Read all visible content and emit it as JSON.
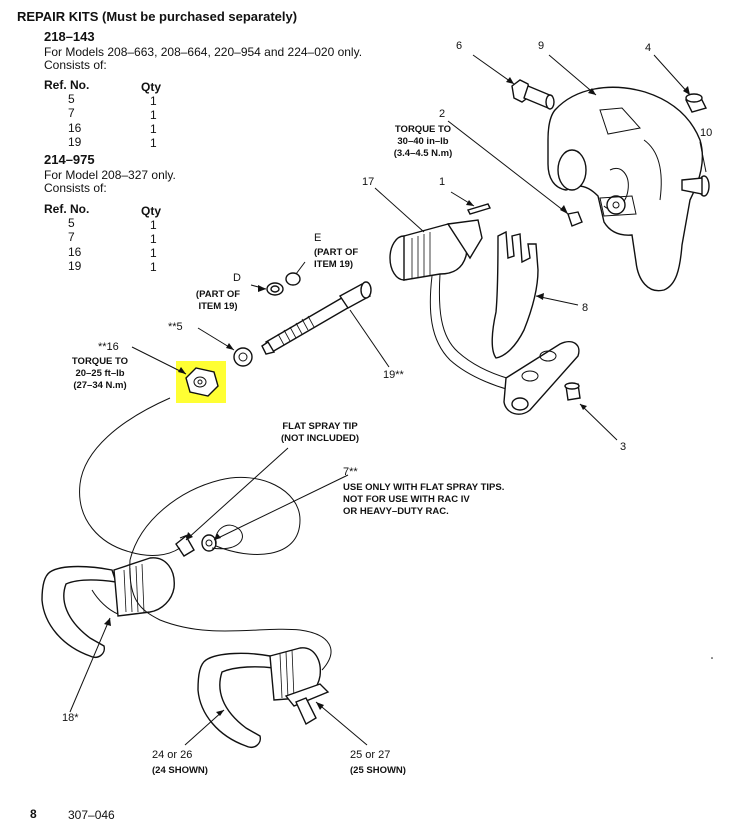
{
  "header": {
    "title": "REPAIR KITS (Must be purchased separately)"
  },
  "kits": [
    {
      "number": "218–143",
      "desc1": "For Models 208–663, 208–664, 220–954 and 224–020 only.",
      "desc2": "Consists of:",
      "col_ref": "Ref. No.",
      "col_qty": "Qty",
      "rows": [
        {
          "ref": "5",
          "qty": "1"
        },
        {
          "ref": "7",
          "qty": "1"
        },
        {
          "ref": "16",
          "qty": "1"
        },
        {
          "ref": "19",
          "qty": "1"
        }
      ]
    },
    {
      "number": "214–975",
      "desc1": "For Model 208–327 only.",
      "desc2": "Consists of:",
      "col_ref": "Ref. No.",
      "col_qty": "Qty",
      "rows": [
        {
          "ref": "5",
          "qty": "1"
        },
        {
          "ref": "7",
          "qty": "1"
        },
        {
          "ref": "16",
          "qty": "1"
        },
        {
          "ref": "19",
          "qty": "1"
        }
      ]
    }
  ],
  "callouts": {
    "c6": "6",
    "c9": "9",
    "c4": "4",
    "c10": "10",
    "c2": "2",
    "c1": "1",
    "c17": "17",
    "c8": "8",
    "c3": "3",
    "c19": "19**",
    "c5": "**5",
    "c16": "**16",
    "c7": "7**",
    "c18": "18*",
    "c24": "24 or 26",
    "c25": "25 or 27"
  },
  "notes": {
    "torque2_l1": "TORQUE TO",
    "torque2_l2": "30–40 in–lb",
    "torque2_l3": "(3.4–4.5 N.m)",
    "torque16_l1": "TORQUE TO",
    "torque16_l2": "20–25 ft–lb",
    "torque16_l3": "(27–34 N.m)",
    "e_label": "E",
    "e_l1": "(PART OF",
    "e_l2": "ITEM 19)",
    "d_label": "D",
    "d_l1": "(PART OF",
    "d_l2": "ITEM 19)",
    "tip_l1": "FLAT SPRAY TIP",
    "tip_l2": "(NOT INCLUDED)",
    "use_l1": "USE ONLY WITH FLAT SPRAY TIPS.",
    "use_l2": "NOT FOR USE WITH RAC IV",
    "use_l3": "OR HEAVY–DUTY RAC.",
    "shown24": "(24 SHOWN)",
    "shown25": "(25 SHOWN)"
  },
  "footer": {
    "page": "8",
    "doc": "307–046"
  },
  "highlight_color": "#ffff33"
}
